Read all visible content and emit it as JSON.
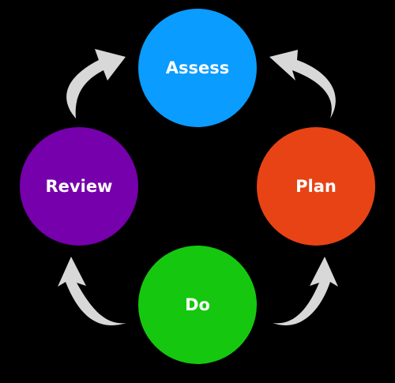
{
  "diagram": {
    "background": "#000000",
    "arrow_color": "#d8d8d8",
    "nodes": [
      {
        "id": "assess",
        "label": "Assess",
        "color": "#0a9cff"
      },
      {
        "id": "plan",
        "label": "Plan",
        "color": "#e84315"
      },
      {
        "id": "do",
        "label": "Do",
        "color": "#15c80f"
      },
      {
        "id": "review",
        "label": "Review",
        "color": "#7600ab"
      }
    ]
  }
}
